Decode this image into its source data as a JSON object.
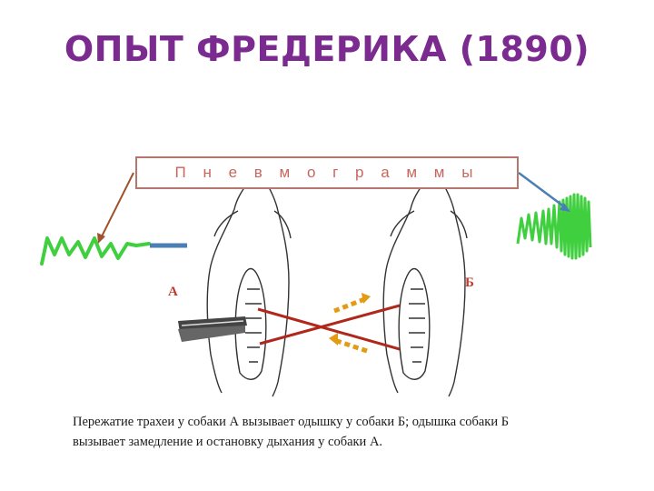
{
  "title": "ОПЫТ ФРЕДЕРИКА (1890)",
  "pneumogram_label": "П н е в м о г р а м м ы",
  "dogs": {
    "a_label": "А",
    "b_label": "Б"
  },
  "caption": {
    "line1": "Пережатие трахеи у собаки А вызывает  одышку у собаки Б;  одышка собаки Б",
    "line2": "вызывает замедление и остановку дыхания у   собаки  А."
  },
  "colors": {
    "title": "#7b2a90",
    "trace": "#3fcf3f",
    "crossing_vessels": "#b0281c",
    "left_pointer": "#a0522d",
    "right_pointer": "#4a7fb5",
    "clamp_bar": "#4a7fb5"
  }
}
